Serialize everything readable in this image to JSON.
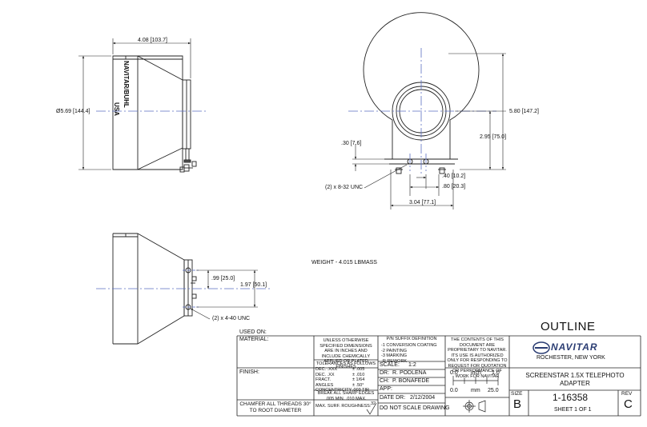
{
  "dimensions": {
    "top_length": "4.08 [103.7]",
    "front_diameter": "Ø5.69 [144.4]",
    "total_height": "5.80 [147.2]",
    "center_height": "2.95 [75.0]",
    "foot_height": ".30 [7.6]",
    "hole_offset": ".40 [10.2]",
    "hole_spacing": ".80 [20.3]",
    "base_width": "3.04 [77.1]",
    "screw_front": "(2) x 8-32 UNC",
    "side_hole_spacing": ".99 [25.0]",
    "side_height": "1.97 [50.1]",
    "screw_side": "(2) x 4-40 UNC"
  },
  "barrel_engraving": {
    "line1": "NAVITAR/BUHL",
    "line2": "USA"
  },
  "weight": "WEIGHT - 4.015 LBMASS",
  "title_block": {
    "used_on": "USED ON:",
    "material": "MATERIAL:",
    "finish": "FINISH:",
    "chamfer": "CHAMFER ALL THREADS 30° TO ROOT DIAMETER",
    "unless_note": "UNLESS OTHERWISE SPECIFIED DIMENSIONS ARE IN INCHES AND INCLUDE CHEMICALLY APPLIED OR PLATED FINISHES",
    "tol_title": "TOLERANCES AS FOLLOWS",
    "tolerances": [
      {
        "label": "DEC.  .XXX",
        "value": "± .005"
      },
      {
        "label": "DEC.  .XX",
        "value": "± .010"
      },
      {
        "label": "FRACT.",
        "value": "± 1/64"
      },
      {
        "label": "ANGLES",
        "value": "± .50°"
      },
      {
        "label": "CONCENTRICITY",
        "value": ".003 TIR"
      }
    ],
    "break_edges": "BREAK ALL SHARP EDGES .005 MIN. .010 MAX.",
    "roughness": "MAX. SURF. ROUGHNESS:",
    "roughness_value": "32",
    "pn_title": "P/N SUFFIX DEFINITION",
    "pn_items": [
      "-1  CONVERSION COATING",
      "-2  PAINTING",
      "-3  MARKING",
      "-R  REWORK"
    ],
    "scale_label": "SCALE:",
    "scale_value": "1:2",
    "dr_label": "DR:",
    "dr_value": "R. PODLENA",
    "ch_label": "CH:",
    "ch_value": "P. BONAFEDE",
    "app_label": "APP:",
    "date_label": "DATE DR:",
    "date_value": "2/12/2004",
    "do_not_scale": "DO NOT SCALE DRAWING",
    "proprietary": "THE CONTENTS OF THIS DOCUMENT ARE PROPRIETARY TO NAVITAR. ITS USE IS AUTHORIZED ONLY FOR RESPONDING TO REQUEST FOR QUOTATION OR PERFORMANCE OF WORK FOR NAVITAR",
    "ruler_inch_start": "0.0",
    "ruler_inch_label": "inch",
    "ruler_inch_end": "1.0",
    "ruler_mm_start": "0.0",
    "ruler_mm_label": "mm",
    "ruler_mm_end": "25.0",
    "outline": "OUTLINE",
    "company": "NAVITAR",
    "location": "ROCHESTER, NEW YORK",
    "part_title_1": "SCREENSTAR 1.5X TELEPHOTO",
    "part_title_2": "ADAPTER",
    "size_label": "SIZE",
    "size_value": "B",
    "dwg_number": "1-16358",
    "sheet": "SHEET  1  OF  1",
    "rev_label": "REV",
    "rev_value": "C"
  }
}
